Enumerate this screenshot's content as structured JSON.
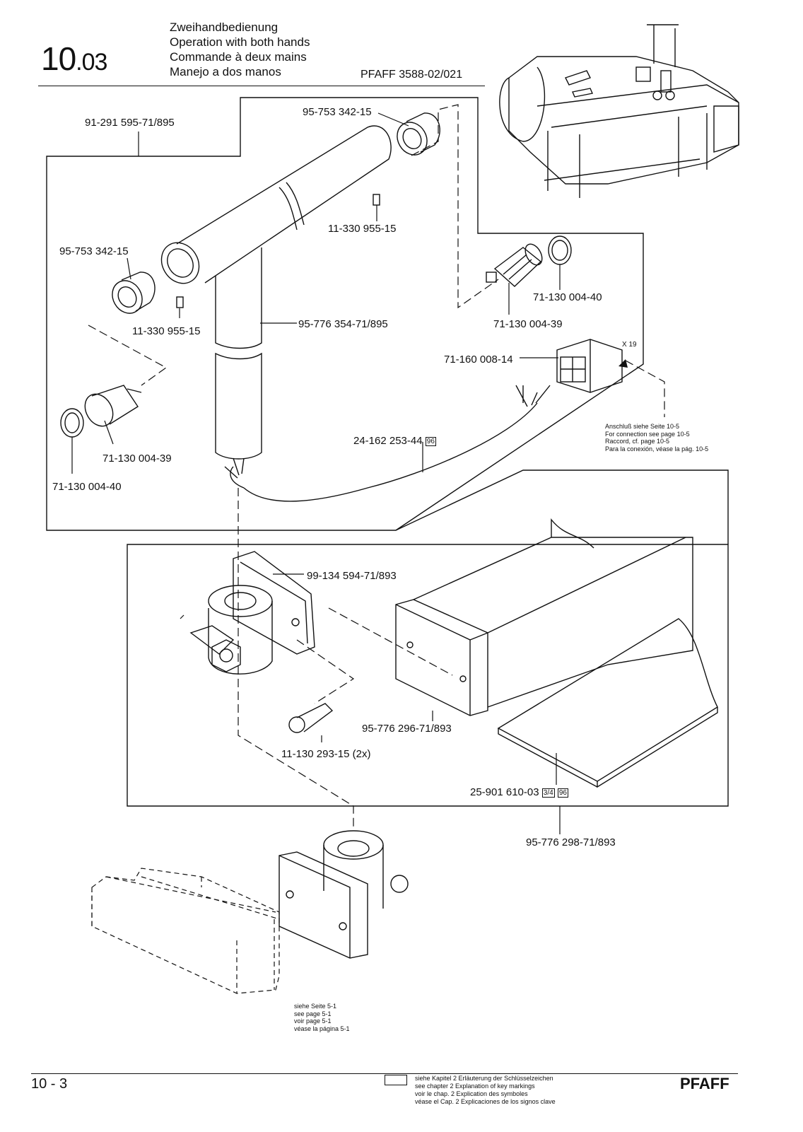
{
  "header": {
    "section_main": "10",
    "section_sub": ".03",
    "title_de": "Zweihandbedienung",
    "title_en": "Operation with both hands",
    "title_fr": "Commande à deux mains",
    "title_es": "Manejo a dos manos",
    "model": "PFAFF 3588-02/021"
  },
  "parts": {
    "frame_top": "91-291 595-71/895",
    "sleeve_top": "95-753 342-15",
    "screw_top": "11-330 955-15",
    "sleeve_left": "95-753 342-15",
    "screw_left": "11-330 955-15",
    "tube": "95-776 354-71/895",
    "button_right": "71-130 004-39",
    "ring_right": "71-130 004-40",
    "connector": "71-160 008-14",
    "connector_mark": "X 19",
    "button_left": "71-130 004-39",
    "ring_left": "71-130 004-40",
    "cable": "24-162 253-44",
    "cable_key": "96",
    "bracket": "99-134 594-71/893",
    "plate": "95-776  296-71/893",
    "bolt": "11-130 293-15 (2x)",
    "pad": "25-901 610-03",
    "pad_key1": "3/4",
    "pad_key2": "96",
    "assembly": "95-776 298-71/893"
  },
  "notes": {
    "connection": [
      "Anschluß siehe Seite 10-5",
      "For connection see page 10-5",
      "Raccord, cf. page 10-5",
      "Para la conexión, véase la pág. 10-5"
    ],
    "see_page": [
      "siehe Seite 5-1",
      "see page 5-1",
      "voir page 5-1",
      "véase la página 5-1"
    ]
  },
  "footer": {
    "page": "10 - 3",
    "key_note": [
      "siehe Kapitel 2 Erläuterung der Schlüsselzeichen",
      "see chapter 2 Explanation of key markings",
      "voir le chap. 2 Explication des symboles",
      "véase el Cap. 2 Explicaciones de los signos clave"
    ],
    "brand": "PFAFF"
  }
}
